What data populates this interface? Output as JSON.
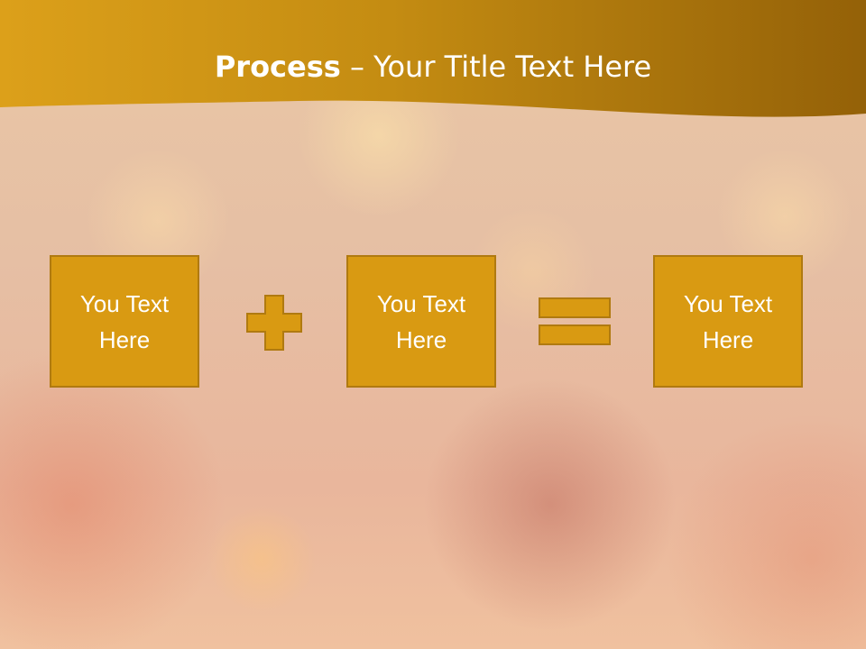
{
  "slide": {
    "title_bold": "Process",
    "title_rest": " – Your Title Text Here",
    "boxes": [
      {
        "text": "You Text Here"
      },
      {
        "text": "You Text Here"
      },
      {
        "text": "You Text Here"
      }
    ],
    "operators": [
      "plus-icon",
      "equals-icon"
    ],
    "colors": {
      "accent": "#d99a12",
      "accent_border": "#b07a10",
      "header": "#b88010"
    }
  }
}
